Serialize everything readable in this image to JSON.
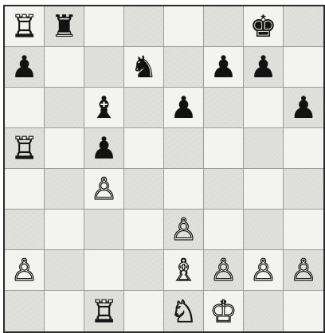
{
  "board": {
    "ranks": [
      [
        {
          "glyph": "♖",
          "color": "white",
          "name": "a8-white-rook"
        },
        {
          "glyph": "♜",
          "color": "black",
          "name": "b8-black-rook"
        },
        null,
        null,
        null,
        null,
        {
          "glyph": "♚",
          "color": "black",
          "name": "g8-black-king"
        },
        null
      ],
      [
        {
          "glyph": "♟",
          "color": "black",
          "name": "a7-black-pawn"
        },
        null,
        null,
        {
          "glyph": "♞",
          "color": "black",
          "name": "d7-black-knight"
        },
        null,
        {
          "glyph": "♟",
          "color": "black",
          "name": "f7-black-pawn"
        },
        {
          "glyph": "♟",
          "color": "black",
          "name": "g7-black-pawn"
        },
        null
      ],
      [
        null,
        null,
        {
          "glyph": "♝",
          "color": "black",
          "name": "c6-black-bishop"
        },
        null,
        {
          "glyph": "♟",
          "color": "black",
          "name": "e6-black-pawn"
        },
        null,
        null,
        {
          "glyph": "♟",
          "color": "black",
          "name": "h6-black-pawn"
        }
      ],
      [
        {
          "glyph": "♖",
          "color": "white",
          "name": "a5-white-rook"
        },
        null,
        {
          "glyph": "♟",
          "color": "black",
          "name": "c5-black-pawn"
        },
        null,
        null,
        null,
        null,
        null
      ],
      [
        null,
        null,
        {
          "glyph": "♙",
          "color": "white",
          "name": "c4-white-pawn"
        },
        null,
        null,
        null,
        null,
        null
      ],
      [
        null,
        null,
        null,
        null,
        {
          "glyph": "♙",
          "color": "white",
          "name": "e3-white-pawn"
        },
        null,
        null,
        null
      ],
      [
        {
          "glyph": "♙",
          "color": "white",
          "name": "a2-white-pawn"
        },
        null,
        null,
        null,
        {
          "glyph": "♗",
          "color": "white",
          "name": "e2-white-bishop"
        },
        {
          "glyph": "♙",
          "color": "white",
          "name": "f2-white-pawn"
        },
        {
          "glyph": "♙",
          "color": "white",
          "name": "g2-white-pawn"
        },
        {
          "glyph": "♙",
          "color": "white",
          "name": "h2-white-pawn"
        }
      ],
      [
        null,
        null,
        {
          "glyph": "♖",
          "color": "white",
          "name": "c1-white-rook"
        },
        null,
        {
          "glyph": "♘",
          "color": "white",
          "name": "e1-white-knight"
        },
        {
          "glyph": "♔",
          "color": "white",
          "name": "f1-white-king"
        },
        null,
        null
      ]
    ]
  }
}
